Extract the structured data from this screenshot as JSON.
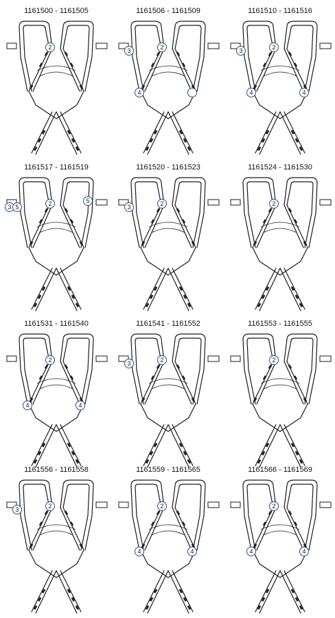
{
  "panels": [
    {
      "title": "1161500 - 1161505",
      "variant": "x",
      "left_buckle": true,
      "right_buckle": true,
      "callouts": [
        {
          "label": "2",
          "pos": "top"
        }
      ]
    },
    {
      "title": "1161506 - 1161509",
      "variant": "x",
      "left_buckle": true,
      "right_buckle": true,
      "callouts": [
        {
          "label": "3",
          "pos": "left"
        },
        {
          "label": "2",
          "pos": "top"
        },
        {
          "label": "4",
          "pos": "lowleft"
        },
        {
          "label": "",
          "pos": "lowright"
        }
      ]
    },
    {
      "title": "1161510 - 1161516",
      "variant": "x",
      "left_buckle": true,
      "right_buckle": true,
      "callouts": [
        {
          "label": "3",
          "pos": "left"
        },
        {
          "label": "2",
          "pos": "top"
        },
        {
          "label": "4",
          "pos": "lowleft"
        },
        {
          "label": "4",
          "pos": "lowright"
        }
      ]
    },
    {
      "title": "1161517 - 1161519",
      "variant": "x",
      "left_buckle": true,
      "right_buckle": true,
      "callouts": [
        {
          "label": "3",
          "pos": "farleft"
        },
        {
          "label": "5",
          "pos": "left"
        },
        {
          "label": "2",
          "pos": "top"
        },
        {
          "label": "5",
          "pos": "right"
        }
      ]
    },
    {
      "title": "1161520 - 1161523",
      "variant": "x",
      "left_buckle": true,
      "right_buckle": true,
      "callouts": [
        {
          "label": "3",
          "pos": "left"
        },
        {
          "label": "2",
          "pos": "top"
        }
      ]
    },
    {
      "title": "1161524 - 1161530",
      "variant": "x",
      "left_buckle": true,
      "right_buckle": true,
      "callouts": [
        {
          "label": "2",
          "pos": "top"
        }
      ]
    },
    {
      "title": "1161531 - 1161540",
      "variant": "x",
      "left_buckle": true,
      "right_buckle": true,
      "callouts": [
        {
          "label": "2",
          "pos": "top"
        },
        {
          "label": "4",
          "pos": "lowleft"
        },
        {
          "label": "4",
          "pos": "lowright"
        }
      ]
    },
    {
      "title": "1161541 - 1161552",
      "variant": "x",
      "left_buckle": true,
      "right_buckle": true,
      "callouts": [
        {
          "label": "3",
          "pos": "left"
        },
        {
          "label": "2",
          "pos": "top"
        }
      ]
    },
    {
      "title": "1161553 - 1161555",
      "variant": "x",
      "left_buckle": true,
      "right_buckle": true,
      "callouts": [
        {
          "label": "2",
          "pos": "top"
        }
      ]
    },
    {
      "title": "1161556 - 1161558",
      "variant": "x",
      "left_buckle": true,
      "right_buckle": true,
      "callouts": [
        {
          "label": "3",
          "pos": "left"
        },
        {
          "label": "2",
          "pos": "top"
        }
      ]
    },
    {
      "title": "1161559 - 1161565",
      "variant": "x",
      "left_buckle": true,
      "right_buckle": true,
      "callouts": [
        {
          "label": "2",
          "pos": "top"
        },
        {
          "label": "4",
          "pos": "lowleft"
        },
        {
          "label": "4",
          "pos": "lowright"
        }
      ]
    },
    {
      "title": "1161566 - 1161569",
      "variant": "x",
      "left_buckle": true,
      "right_buckle": true,
      "callouts": [
        {
          "label": "2",
          "pos": "top"
        },
        {
          "label": "4",
          "pos": "lowleft"
        },
        {
          "label": "4",
          "pos": "lowright"
        }
      ]
    }
  ]
}
